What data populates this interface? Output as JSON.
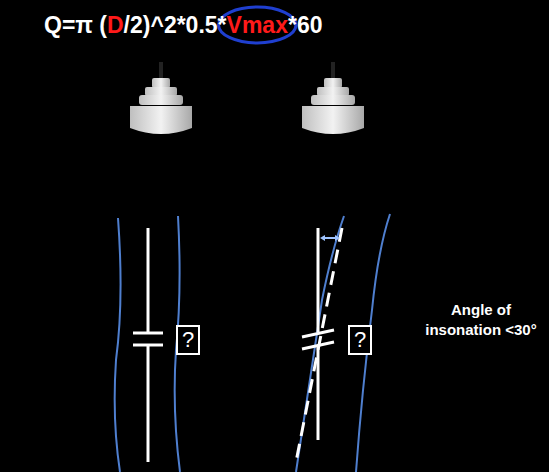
{
  "diagram": {
    "nodes": [
      {
        "text": [
          "?"
        ]
      },
      {
        "text": [
          "?"
        ]
      }
    ],
    "labels": [
      "Q=π (",
      "D",
      "/2)^2*0.5*",
      "Vmax",
      "*60",
      "Angle of insonation <30°"
    ]
  }
}
